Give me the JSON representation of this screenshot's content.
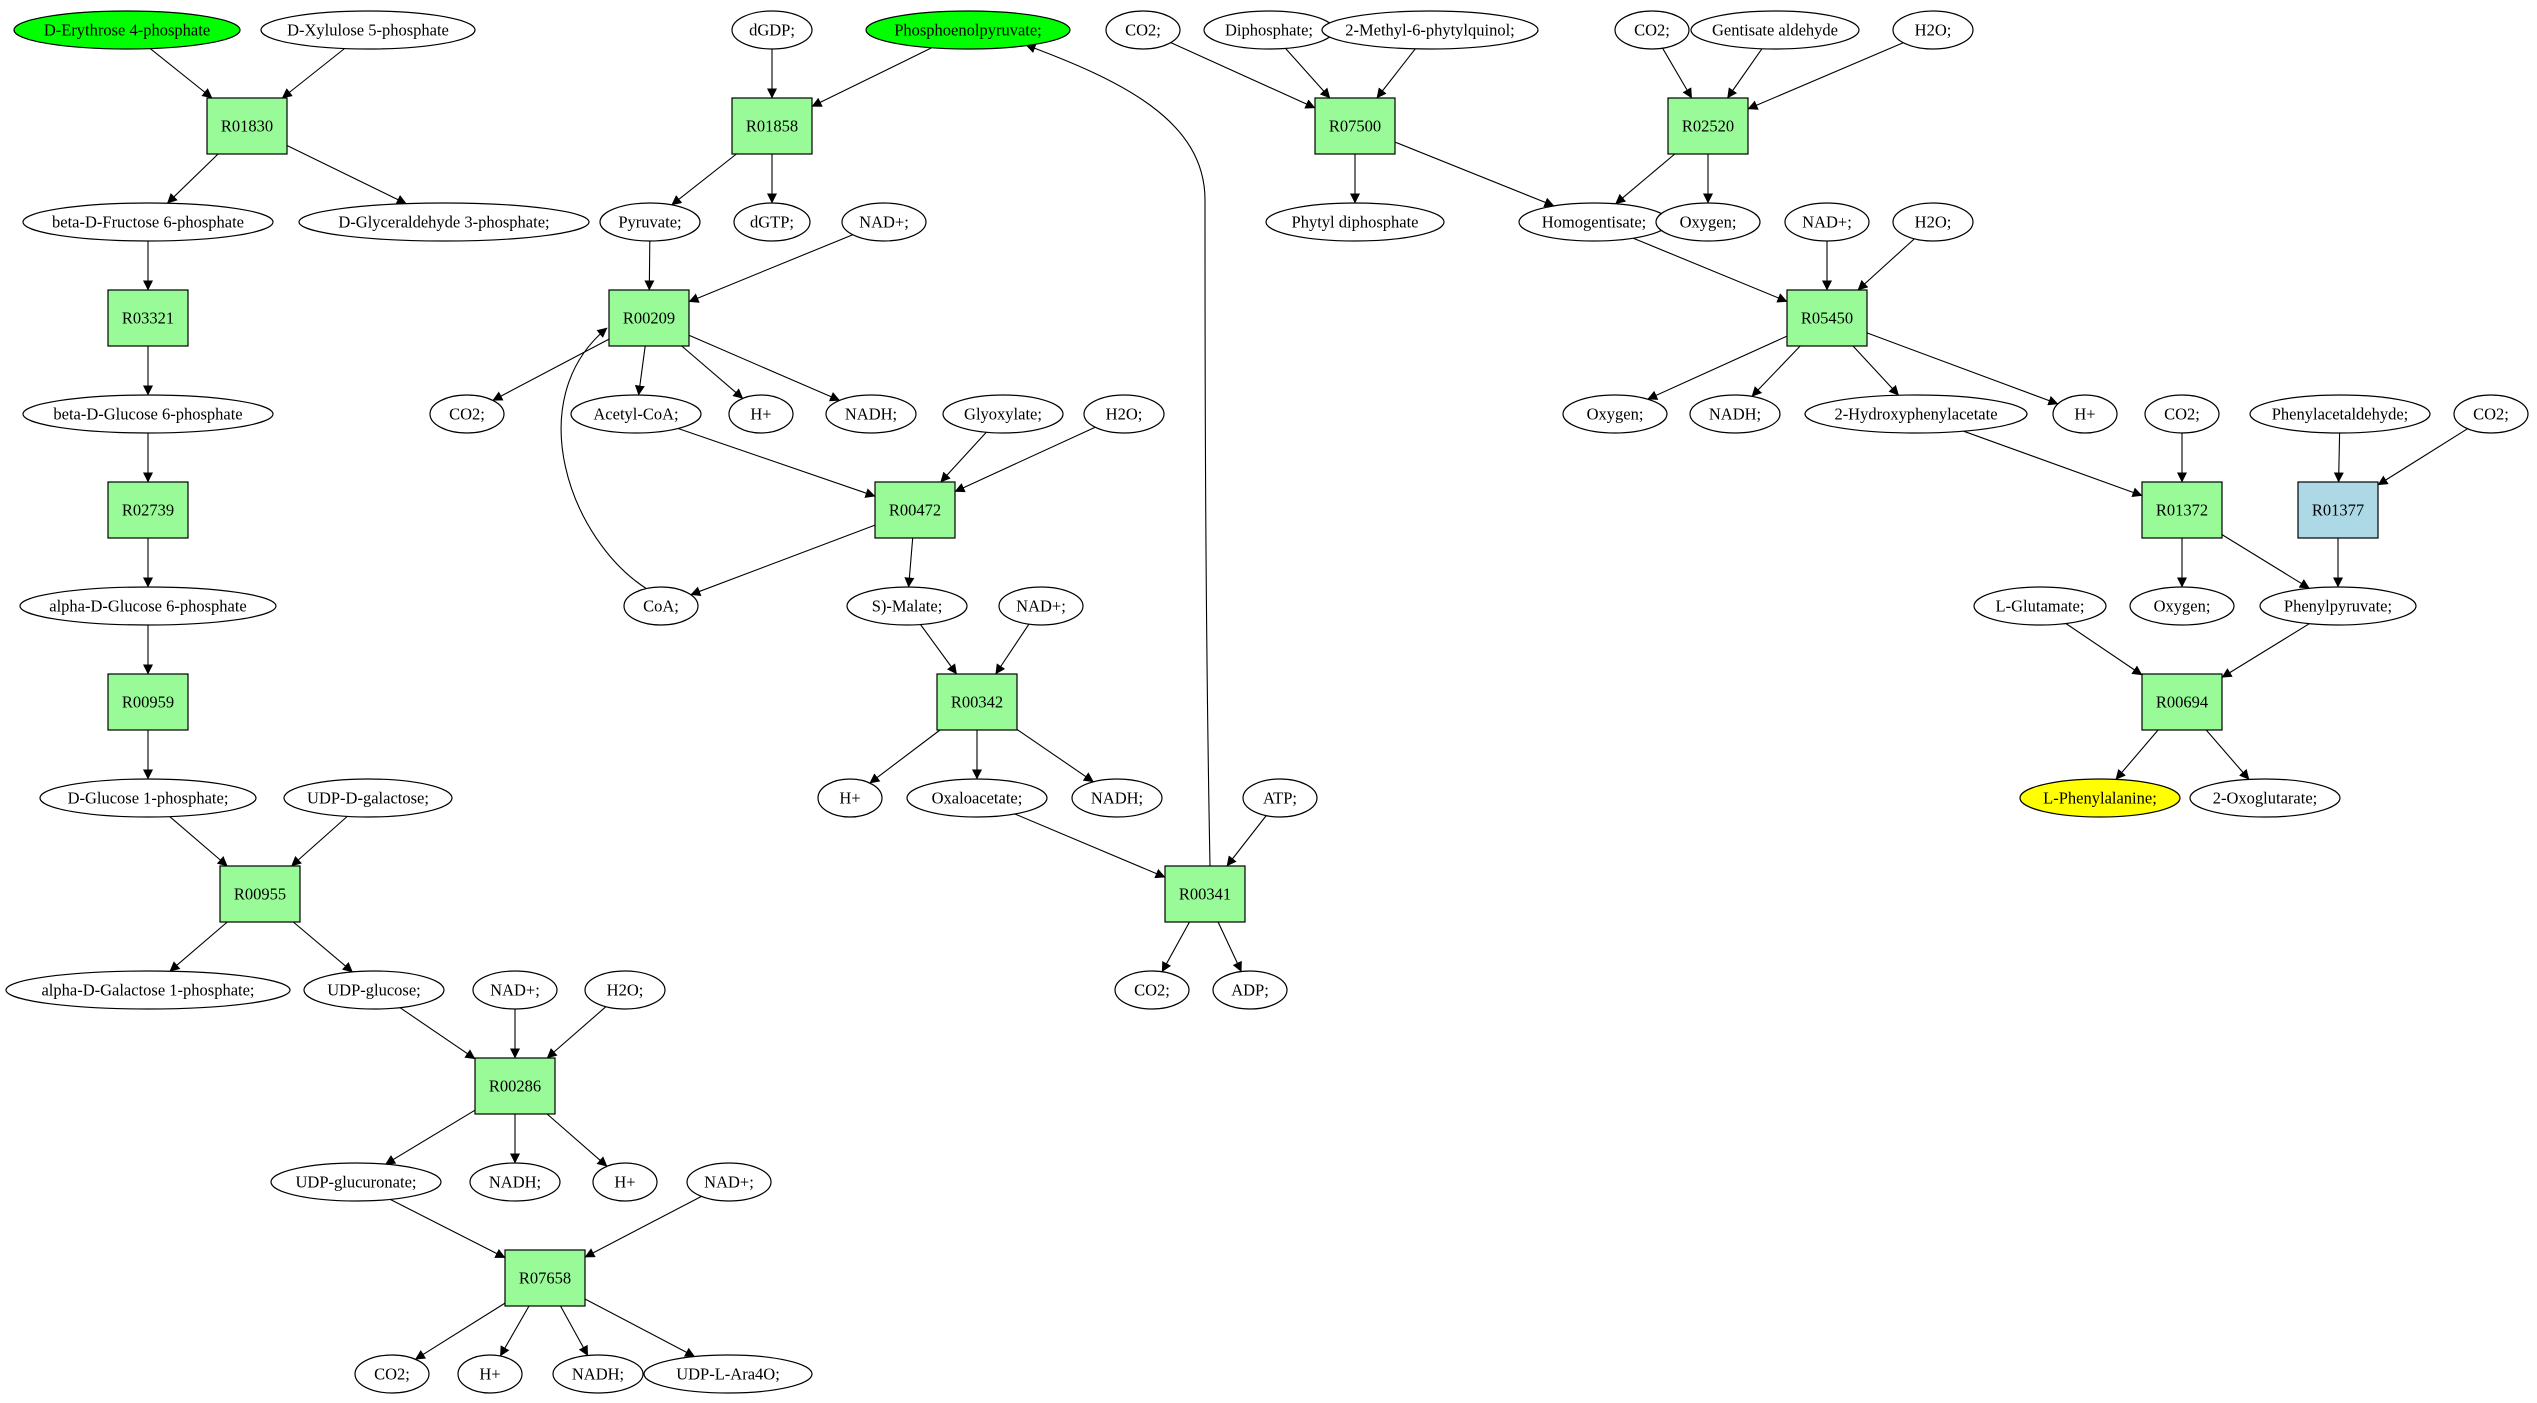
{
  "colors": {
    "compound_fill": "#ffffff",
    "reaction_fill": "#98fb98",
    "reaction_alt_fill": "#add8e6",
    "source_fill": "#00ff00",
    "target_fill": "#ffff00",
    "stroke": "#000000"
  },
  "compounds": [
    {
      "id": "c_e4p",
      "label": "D-Erythrose 4-phosphate",
      "fill": "#00ff00"
    },
    {
      "id": "c_xu5p",
      "label": "D-Xylulose 5-phosphate"
    },
    {
      "id": "c_f6p",
      "label": "beta-D-Fructose 6-phosphate"
    },
    {
      "id": "c_gap",
      "label": "D-Glyceraldehyde 3-phosphate;"
    },
    {
      "id": "c_bg6p",
      "label": "beta-D-Glucose 6-phosphate"
    },
    {
      "id": "c_ag6p",
      "label": "alpha-D-Glucose 6-phosphate"
    },
    {
      "id": "c_g1p",
      "label": "D-Glucose 1-phosphate;"
    },
    {
      "id": "c_udpgal",
      "label": "UDP-D-galactose;"
    },
    {
      "id": "c_gal1p",
      "label": "alpha-D-Galactose 1-phosphate;"
    },
    {
      "id": "c_udpglc",
      "label": "UDP-glucose;"
    },
    {
      "id": "c_nad_286",
      "label": "NAD+;"
    },
    {
      "id": "c_h2o_286",
      "label": "H2O;"
    },
    {
      "id": "c_udpgla",
      "label": "UDP-glucuronate;"
    },
    {
      "id": "c_nadh_286",
      "label": "NADH;"
    },
    {
      "id": "c_h_286",
      "label": "H+"
    },
    {
      "id": "c_nad_7658",
      "label": "NAD+;"
    },
    {
      "id": "c_co2_7658",
      "label": "CO2;"
    },
    {
      "id": "c_h_7658",
      "label": "H+"
    },
    {
      "id": "c_nadh_7658",
      "label": "NADH;"
    },
    {
      "id": "c_udpara",
      "label": "UDP-L-Ara4O;"
    },
    {
      "id": "c_dgdp",
      "label": "dGDP;"
    },
    {
      "id": "c_pep",
      "label": "Phosphoenolpyruvate;",
      "fill": "#00ff00"
    },
    {
      "id": "c_pyr",
      "label": "Pyruvate;"
    },
    {
      "id": "c_dgtp",
      "label": "dGTP;"
    },
    {
      "id": "c_nad_209",
      "label": "NAD+;"
    },
    {
      "id": "c_co2_209",
      "label": "CO2;"
    },
    {
      "id": "c_accoa",
      "label": "Acetyl-CoA;"
    },
    {
      "id": "c_h_209",
      "label": "H+"
    },
    {
      "id": "c_nadh_209",
      "label": "NADH;"
    },
    {
      "id": "c_glx",
      "label": "Glyoxylate;"
    },
    {
      "id": "c_h2o_472",
      "label": "H2O;"
    },
    {
      "id": "c_coa",
      "label": "CoA;"
    },
    {
      "id": "c_mal",
      "label": "S)-Malate;"
    },
    {
      "id": "c_nad_342",
      "label": "NAD+;"
    },
    {
      "id": "c_h_342",
      "label": "H+"
    },
    {
      "id": "c_oaa",
      "label": "Oxaloacetate;"
    },
    {
      "id": "c_nadh_342",
      "label": "NADH;"
    },
    {
      "id": "c_atp",
      "label": "ATP;"
    },
    {
      "id": "c_co2_341",
      "label": "CO2;"
    },
    {
      "id": "c_adp",
      "label": "ADP;"
    },
    {
      "id": "c_co2_7500",
      "label": "CO2;"
    },
    {
      "id": "c_ppi",
      "label": "Diphosphate;"
    },
    {
      "id": "c_mpq",
      "label": "2-Methyl-6-phytylquinol;"
    },
    {
      "id": "c_phytpp",
      "label": "Phytyl diphosphate"
    },
    {
      "id": "c_co2_2520",
      "label": "CO2;"
    },
    {
      "id": "c_gald",
      "label": "Gentisate aldehyde"
    },
    {
      "id": "c_h2o_2520",
      "label": "H2O;"
    },
    {
      "id": "c_hgent",
      "label": "Homogentisate;"
    },
    {
      "id": "c_o2_2520",
      "label": "Oxygen;"
    },
    {
      "id": "c_nad_5450",
      "label": "NAD+;"
    },
    {
      "id": "c_h2o_5450",
      "label": "H2O;"
    },
    {
      "id": "c_o2_5450",
      "label": "Oxygen;"
    },
    {
      "id": "c_nadh_5450",
      "label": "NADH;"
    },
    {
      "id": "c_2hpa",
      "label": "2-Hydroxyphenylacetate"
    },
    {
      "id": "c_h_5450",
      "label": "H+"
    },
    {
      "id": "c_co2_1372",
      "label": "CO2;"
    },
    {
      "id": "c_phald",
      "label": "Phenylacetaldehyde;"
    },
    {
      "id": "c_co2_1377",
      "label": "CO2;"
    },
    {
      "id": "c_o2_1372",
      "label": "Oxygen;"
    },
    {
      "id": "c_phpyr",
      "label": "Phenylpyruvate;"
    },
    {
      "id": "c_glu",
      "label": "L-Glutamate;"
    },
    {
      "id": "c_phe",
      "label": "L-Phenylalanine;",
      "fill": "#ffff00"
    },
    {
      "id": "c_akg",
      "label": "2-Oxoglutarate;"
    }
  ],
  "reactions": [
    {
      "id": "r01830",
      "label": "R01830"
    },
    {
      "id": "r03321",
      "label": "R03321"
    },
    {
      "id": "r02739",
      "label": "R02739"
    },
    {
      "id": "r00959",
      "label": "R00959"
    },
    {
      "id": "r00955",
      "label": "R00955"
    },
    {
      "id": "r00286",
      "label": "R00286"
    },
    {
      "id": "r07658",
      "label": "R07658"
    },
    {
      "id": "r01858",
      "label": "R01858"
    },
    {
      "id": "r00209",
      "label": "R00209"
    },
    {
      "id": "r00472",
      "label": "R00472"
    },
    {
      "id": "r00342",
      "label": "R00342"
    },
    {
      "id": "r00341",
      "label": "R00341"
    },
    {
      "id": "r07500",
      "label": "R07500"
    },
    {
      "id": "r02520",
      "label": "R02520"
    },
    {
      "id": "r05450",
      "label": "R05450"
    },
    {
      "id": "r01372",
      "label": "R01372"
    },
    {
      "id": "r01377",
      "label": "R01377",
      "fill": "#add8e6"
    },
    {
      "id": "r00694",
      "label": "R00694"
    }
  ],
  "edges": [
    [
      "c_e4p",
      "r01830"
    ],
    [
      "c_xu5p",
      "r01830"
    ],
    [
      "r01830",
      "c_f6p"
    ],
    [
      "r01830",
      "c_gap"
    ],
    [
      "c_f6p",
      "r03321"
    ],
    [
      "r03321",
      "c_bg6p"
    ],
    [
      "c_bg6p",
      "r02739"
    ],
    [
      "r02739",
      "c_ag6p"
    ],
    [
      "c_ag6p",
      "r00959"
    ],
    [
      "r00959",
      "c_g1p"
    ],
    [
      "c_g1p",
      "r00955"
    ],
    [
      "c_udpgal",
      "r00955"
    ],
    [
      "r00955",
      "c_gal1p"
    ],
    [
      "r00955",
      "c_udpglc"
    ],
    [
      "c_udpglc",
      "r00286"
    ],
    [
      "c_nad_286",
      "r00286"
    ],
    [
      "c_h2o_286",
      "r00286"
    ],
    [
      "r00286",
      "c_udpgla"
    ],
    [
      "r00286",
      "c_nadh_286"
    ],
    [
      "r00286",
      "c_h_286"
    ],
    [
      "c_udpgla",
      "r07658"
    ],
    [
      "c_nad_7658",
      "r07658"
    ],
    [
      "r07658",
      "c_co2_7658"
    ],
    [
      "r07658",
      "c_h_7658"
    ],
    [
      "r07658",
      "c_nadh_7658"
    ],
    [
      "r07658",
      "c_udpara"
    ],
    [
      "c_dgdp",
      "r01858"
    ],
    [
      "c_pep",
      "r01858"
    ],
    [
      "r01858",
      "c_pyr"
    ],
    [
      "r01858",
      "c_dgtp"
    ],
    [
      "c_pyr",
      "r00209"
    ],
    [
      "c_nad_209",
      "r00209"
    ],
    [
      "c_coa",
      "r00209"
    ],
    [
      "r00209",
      "c_co2_209"
    ],
    [
      "r00209",
      "c_accoa"
    ],
    [
      "r00209",
      "c_h_209"
    ],
    [
      "r00209",
      "c_nadh_209"
    ],
    [
      "c_accoa",
      "r00472"
    ],
    [
      "c_glx",
      "r00472"
    ],
    [
      "c_h2o_472",
      "r00472"
    ],
    [
      "r00472",
      "c_coa"
    ],
    [
      "r00472",
      "c_mal"
    ],
    [
      "c_mal",
      "r00342"
    ],
    [
      "c_nad_342",
      "r00342"
    ],
    [
      "r00342",
      "c_h_342"
    ],
    [
      "r00342",
      "c_oaa"
    ],
    [
      "r00342",
      "c_nadh_342"
    ],
    [
      "c_oaa",
      "r00341"
    ],
    [
      "c_atp",
      "r00341"
    ],
    [
      "r00341",
      "c_co2_341"
    ],
    [
      "r00341",
      "c_adp"
    ],
    [
      "r00341",
      "c_pep"
    ],
    [
      "c_co2_7500",
      "r07500"
    ],
    [
      "c_ppi",
      "r07500"
    ],
    [
      "c_mpq",
      "r07500"
    ],
    [
      "r07500",
      "c_phytpp"
    ],
    [
      "r07500",
      "c_hgent"
    ],
    [
      "c_co2_2520",
      "r02520"
    ],
    [
      "c_gald",
      "r02520"
    ],
    [
      "c_h2o_2520",
      "r02520"
    ],
    [
      "r02520",
      "c_hgent"
    ],
    [
      "r02520",
      "c_o2_2520"
    ],
    [
      "c_hgent",
      "r05450"
    ],
    [
      "c_nad_5450",
      "r05450"
    ],
    [
      "c_h2o_5450",
      "r05450"
    ],
    [
      "r05450",
      "c_o2_5450"
    ],
    [
      "r05450",
      "c_nadh_5450"
    ],
    [
      "r05450",
      "c_2hpa"
    ],
    [
      "r05450",
      "c_h_5450"
    ],
    [
      "c_2hpa",
      "r01372"
    ],
    [
      "c_co2_1372",
      "r01372"
    ],
    [
      "r01372",
      "c_o2_1372"
    ],
    [
      "r01372",
      "c_phpyr"
    ],
    [
      "c_phald",
      "r01377"
    ],
    [
      "c_co2_1377",
      "r01377"
    ],
    [
      "r01377",
      "c_phpyr"
    ],
    [
      "c_glu",
      "r00694"
    ],
    [
      "c_phpyr",
      "r00694"
    ],
    [
      "r00694",
      "c_phe"
    ],
    [
      "r00694",
      "c_akg"
    ]
  ]
}
